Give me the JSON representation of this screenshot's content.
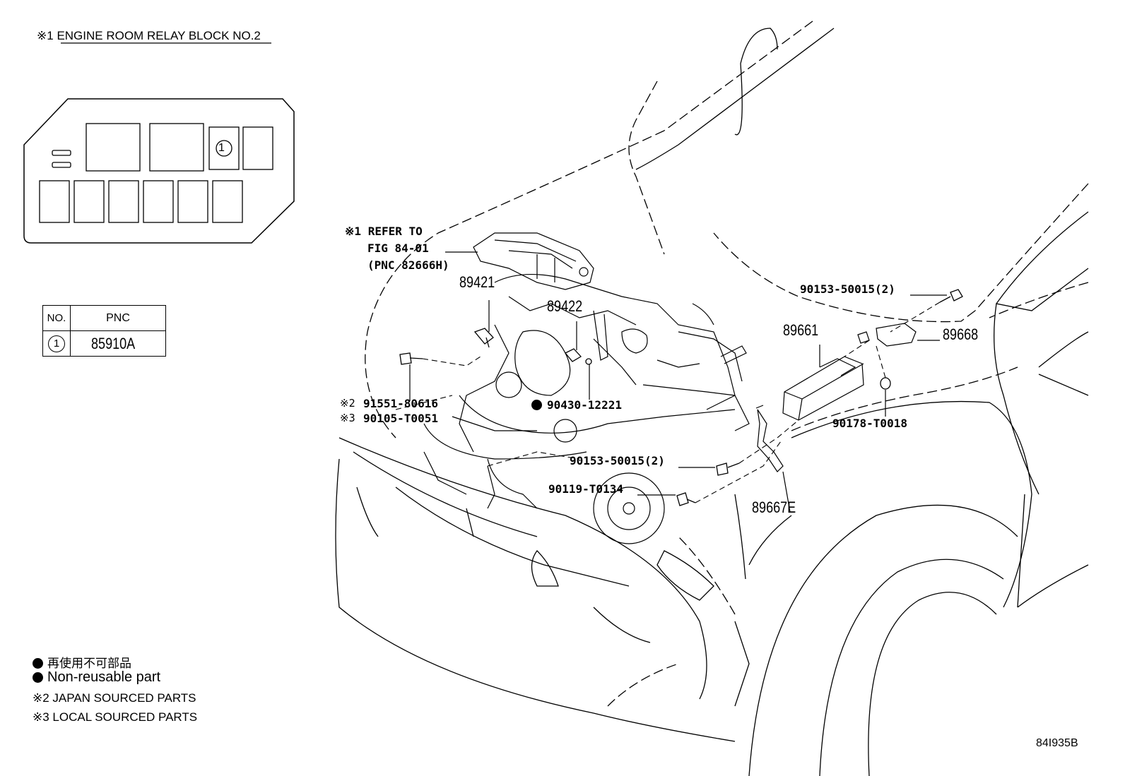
{
  "relay_block": {
    "marker": "※1",
    "title": "ENGINE ROOM RELAY BLOCK NO.2",
    "callout": "1"
  },
  "pnc_table": {
    "headers": [
      "NO.",
      "PNC"
    ],
    "rows": [
      {
        "no": "1",
        "pnc": "85910A"
      }
    ]
  },
  "refer_note": {
    "marker": "※1",
    "lines": [
      "REFER TO",
      "FIG 84-01",
      "(PNC 82666H)"
    ]
  },
  "part_labels": {
    "p89421": "89421",
    "p89422": "89422",
    "p91551": "91551-80616",
    "p91551_marker": "※2",
    "p90105": "90105-T0051",
    "p90105_marker": "※3",
    "p90430": "90430-12221",
    "p90153_top": "90153-50015(2)",
    "p89661": "89661",
    "p89668": "89668",
    "p90178": "90178-T0018",
    "p90153_mid": "90153-50015(2)",
    "p90119": "90119-T0134",
    "p89667E": "89667E"
  },
  "legend": {
    "non_reusable_jp": "再使用不可部品",
    "non_reusable_en": "Non-reusable part",
    "note2": "※2 JAPAN SOURCED PARTS",
    "note3": "※3 LOCAL SOURCED PARTS"
  },
  "figure_code": "84I935B"
}
